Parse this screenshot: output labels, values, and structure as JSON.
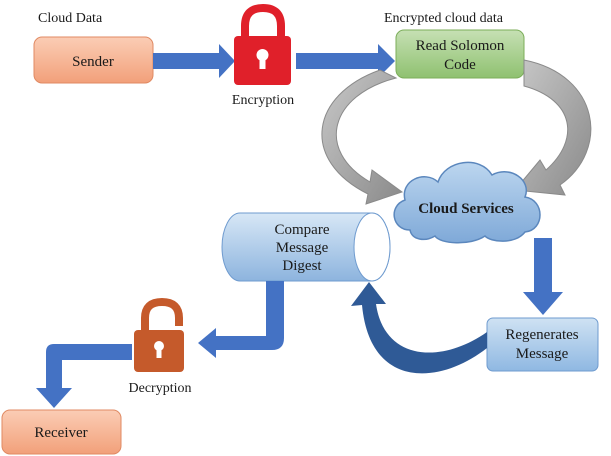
{
  "diagram": {
    "nodes": {
      "sender": "Sender",
      "read_solomon": [
        "Read Solomon",
        "Code"
      ],
      "cloud_services": "Cloud Services",
      "compare_digest": [
        "Compare",
        "Message",
        "Digest"
      ],
      "regenerates": [
        "Regenerates",
        "Message"
      ],
      "receiver": "Receiver"
    },
    "captions": {
      "cloud_data": "Cloud Data",
      "encrypted_cloud_data": "Encrypted cloud data",
      "encryption": "Encryption",
      "decryption": "Decryption"
    },
    "icons": {
      "encryption": "locked-padlock-icon",
      "decryption": "unlocked-padlock-icon"
    },
    "colors": {
      "orange_box": "#f7b08f",
      "green_box": "#a9d08e",
      "blue_box": "#9dc3e6",
      "blue_arrow": "#4472c4",
      "gray_arrow": "#a6a6a6",
      "red_lock": "#e0202a",
      "orange_lock": "#c55a2b"
    }
  }
}
